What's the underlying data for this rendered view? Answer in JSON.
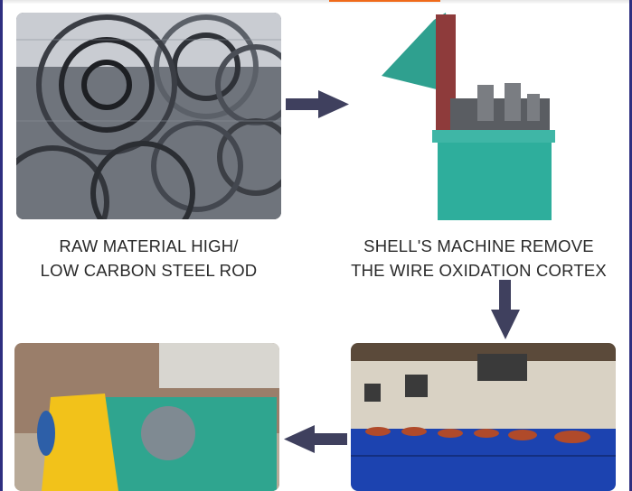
{
  "colors": {
    "frame": "#2e2f80",
    "accent": "#f06a1a",
    "arrow": "#3f405e",
    "caption": "#2a2a2a"
  },
  "steps": [
    {
      "id": 1,
      "caption_line1": "RAW MATERIAL HIGH/",
      "caption_line2": "LOW CARBON STEEL ROD",
      "image": "steel-wire-rod-coils"
    },
    {
      "id": 2,
      "caption_line1": "SHELL'S MACHINE REMOVE",
      "caption_line2": "THE WIRE OXIDATION CORTEX",
      "image": "descaling-machine"
    },
    {
      "id": 3,
      "image": "wire-drawing-machine-line"
    },
    {
      "id": 4,
      "image": "wire-coiling-machine"
    }
  ],
  "arrows": [
    {
      "direction": "right",
      "icon": "arrow-right-icon"
    },
    {
      "direction": "down",
      "icon": "arrow-down-icon"
    },
    {
      "direction": "left",
      "icon": "arrow-left-icon"
    }
  ]
}
